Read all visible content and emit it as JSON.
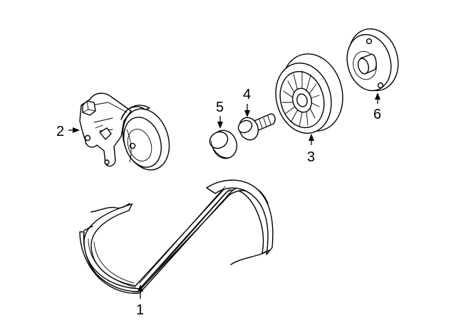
{
  "diagram": {
    "background": "#ffffff",
    "line_color": "#000000",
    "parts": [
      {
        "callout": "1",
        "component": "serpentine-belt"
      },
      {
        "callout": "2",
        "component": "belt-tensioner"
      },
      {
        "callout": "3",
        "component": "idler-pulley"
      },
      {
        "callout": "4",
        "component": "pulley-bolt"
      },
      {
        "callout": "5",
        "component": "dust-cap"
      },
      {
        "callout": "6",
        "component": "flanged-pulley"
      }
    ]
  }
}
